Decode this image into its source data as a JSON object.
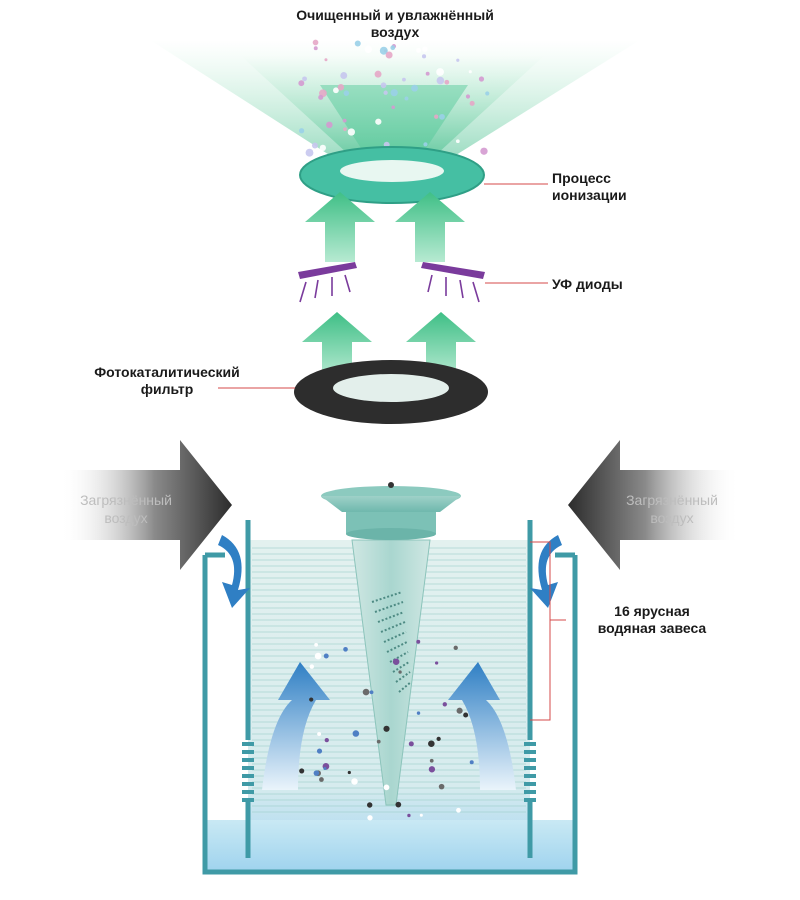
{
  "labels": {
    "top_line1": "Очищенный и увлажнённый",
    "top_line2": "воздух",
    "ionization_line1": "Процесс",
    "ionization_line2": "ионизации",
    "uv": "УФ диоды",
    "filter_line1": "Фотокаталитический",
    "filter_line2": "фильтр",
    "dirty_left_line1": "Загрязнённый",
    "dirty_left_line2": "воздух",
    "dirty_right_line1": "Загрязнённый",
    "dirty_right_line2": "воздух",
    "curtain_line1": "16 ярусная",
    "curtain_line2": "водяная завеса"
  },
  "colors": {
    "mint": "#55c9a6",
    "teal_ring": "#3fb89e",
    "uv_purple": "#7a3b9c",
    "dark_ring": "#2d2d2d",
    "tank_teal": "#3f9aa6",
    "water_top": "#d8ecec",
    "water_bottom": "#bfe3ef",
    "blue_arrow": "#2f7fc4",
    "leader_red": "#d44a4a"
  }
}
